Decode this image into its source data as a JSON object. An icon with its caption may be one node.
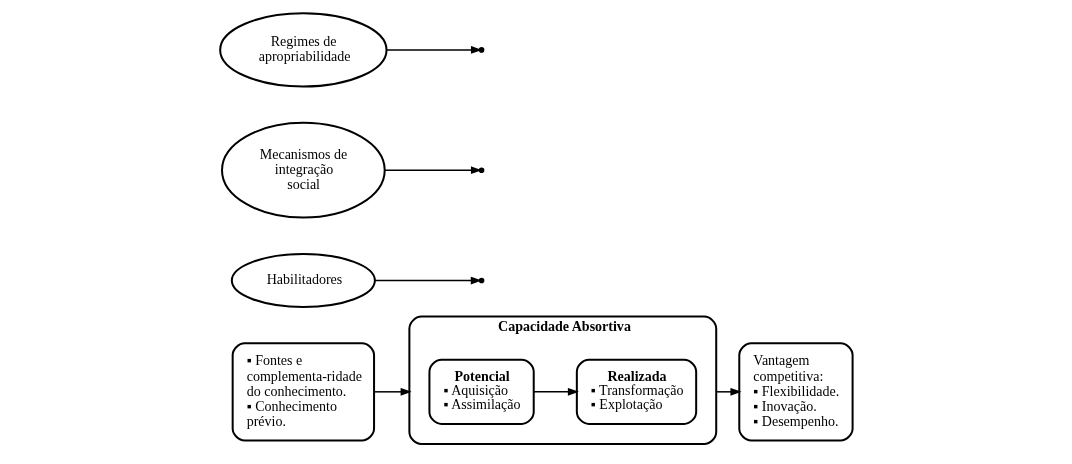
{
  "diagram": {
    "nodes": [
      {
        "text": [
          "▪ Fontes e complementa-ridade do conhecimento.",
          "▪ Conhecimento prévio."
        ]
      },
      {
        "text": [
          "Capacidade Absortiva"
        ]
      },
      {
        "text": [
          "Potencial",
          "▪ Aquisição",
          "▪ Assimilação"
        ],
        "in": 1
      },
      {
        "text": [
          "Realizada",
          "▪ Transformação",
          "▪ Explotação"
        ],
        "in": 1
      },
      {
        "text": [
          "Vantagem competitiva:",
          "▪ Flexibilidade.",
          "▪ Inovação.",
          "▪ Desempenho."
        ]
      },
      {
        "text": [
          "Habilitadores"
        ]
      },
      {
        "text": [
          "Mecanismos de integração social"
        ]
      },
      {
        "text": [
          "Regimes de apropriabilidade"
        ]
      }
    ],
    "edges": [
      {
        "from": 0,
        "to": 1,
        "arrow": "to"
      },
      {
        "from": 2,
        "to": 3,
        "arrow": "to"
      },
      {
        "from": 1,
        "to": 4,
        "arrow": "to"
      },
      {
        "from": 5,
        "to": null,
        "arrow": "to"
      },
      {
        "from": 6,
        "to": null,
        "arrow": "to"
      },
      {
        "from": 7,
        "to": null,
        "arrow": "to"
      }
    ]
  }
}
